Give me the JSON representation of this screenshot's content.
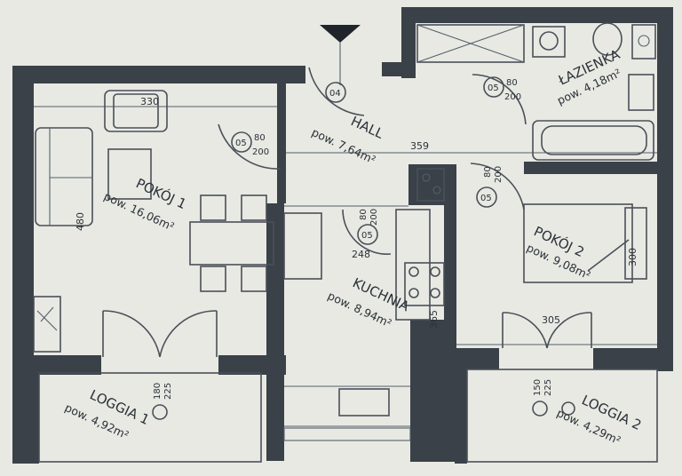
{
  "rooms": {
    "pokoj1": {
      "name": "POKÓJ 1",
      "area": "pow. 16,06m²",
      "dim_top": "330",
      "dim_side": "480"
    },
    "hall": {
      "name": "HALL",
      "area": "pow. 7,64m²",
      "dim": "359"
    },
    "lazienka": {
      "name": "ŁAZIENKA",
      "area": "pow. 4,18m²"
    },
    "kuchnia": {
      "name": "KUCHNIA",
      "area": "pow. 8,94m²",
      "dim_top": "248",
      "dim_side": "365"
    },
    "pokoj2": {
      "name": "POKÓJ 2",
      "area": "pow. 9,08m²",
      "dim_top": "305",
      "dim_side": "300"
    },
    "loggia1": {
      "name": "LOGGIA 1",
      "area": "pow. 4,92m²"
    },
    "loggia2": {
      "name": "LOGGIA 2",
      "area": "pow. 4,29m²"
    }
  },
  "doors": [
    {
      "code": "05",
      "w": "80",
      "h": "200"
    },
    {
      "code": "04",
      "w": "",
      "h": ""
    },
    {
      "code": "05",
      "w": "80",
      "h": "200"
    },
    {
      "code": "05",
      "w": "80",
      "h": "200"
    },
    {
      "code": "05",
      "w": "80",
      "h": "200"
    },
    {
      "code": "",
      "w": "180",
      "h": "225"
    },
    {
      "code": "",
      "w": "150",
      "h": "225"
    }
  ]
}
